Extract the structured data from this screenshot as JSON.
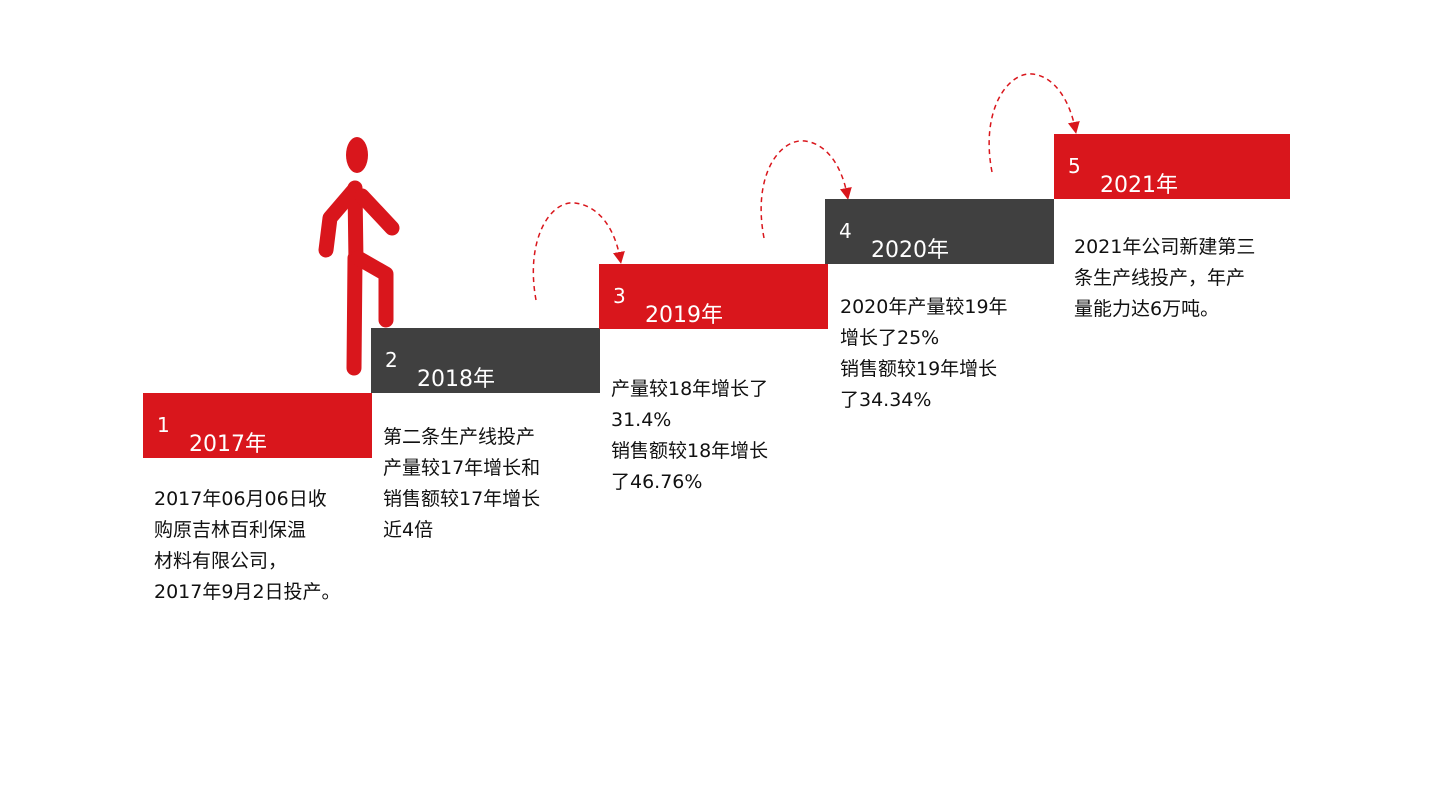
{
  "colors": {
    "red": "#d9161c",
    "dark": "#404040"
  },
  "steps": [
    {
      "num": "1",
      "year": "2017年",
      "desc": "2017年06月06日收\n购原吉林百利保温\n材料有限公司，\n2017年9月2日投产。"
    },
    {
      "num": "2",
      "year": "2018年",
      "desc": "第二条生产线投产\n产量较17年增长和\n销售额较17年增长\n近4倍"
    },
    {
      "num": "3",
      "year": "2019年",
      "desc": "产量较18年增长了\n31.4%\n销售额较18年增长\n了46.76%"
    },
    {
      "num": "4",
      "year": "2020年",
      "desc": "2020年产量较19年\n增长了25%\n销售额较19年增长\n了34.34%"
    },
    {
      "num": "5",
      "year": "2021年",
      "desc": "2021年公司新建第三\n条生产线投产，年产\n量能力达6万吨。"
    }
  ]
}
